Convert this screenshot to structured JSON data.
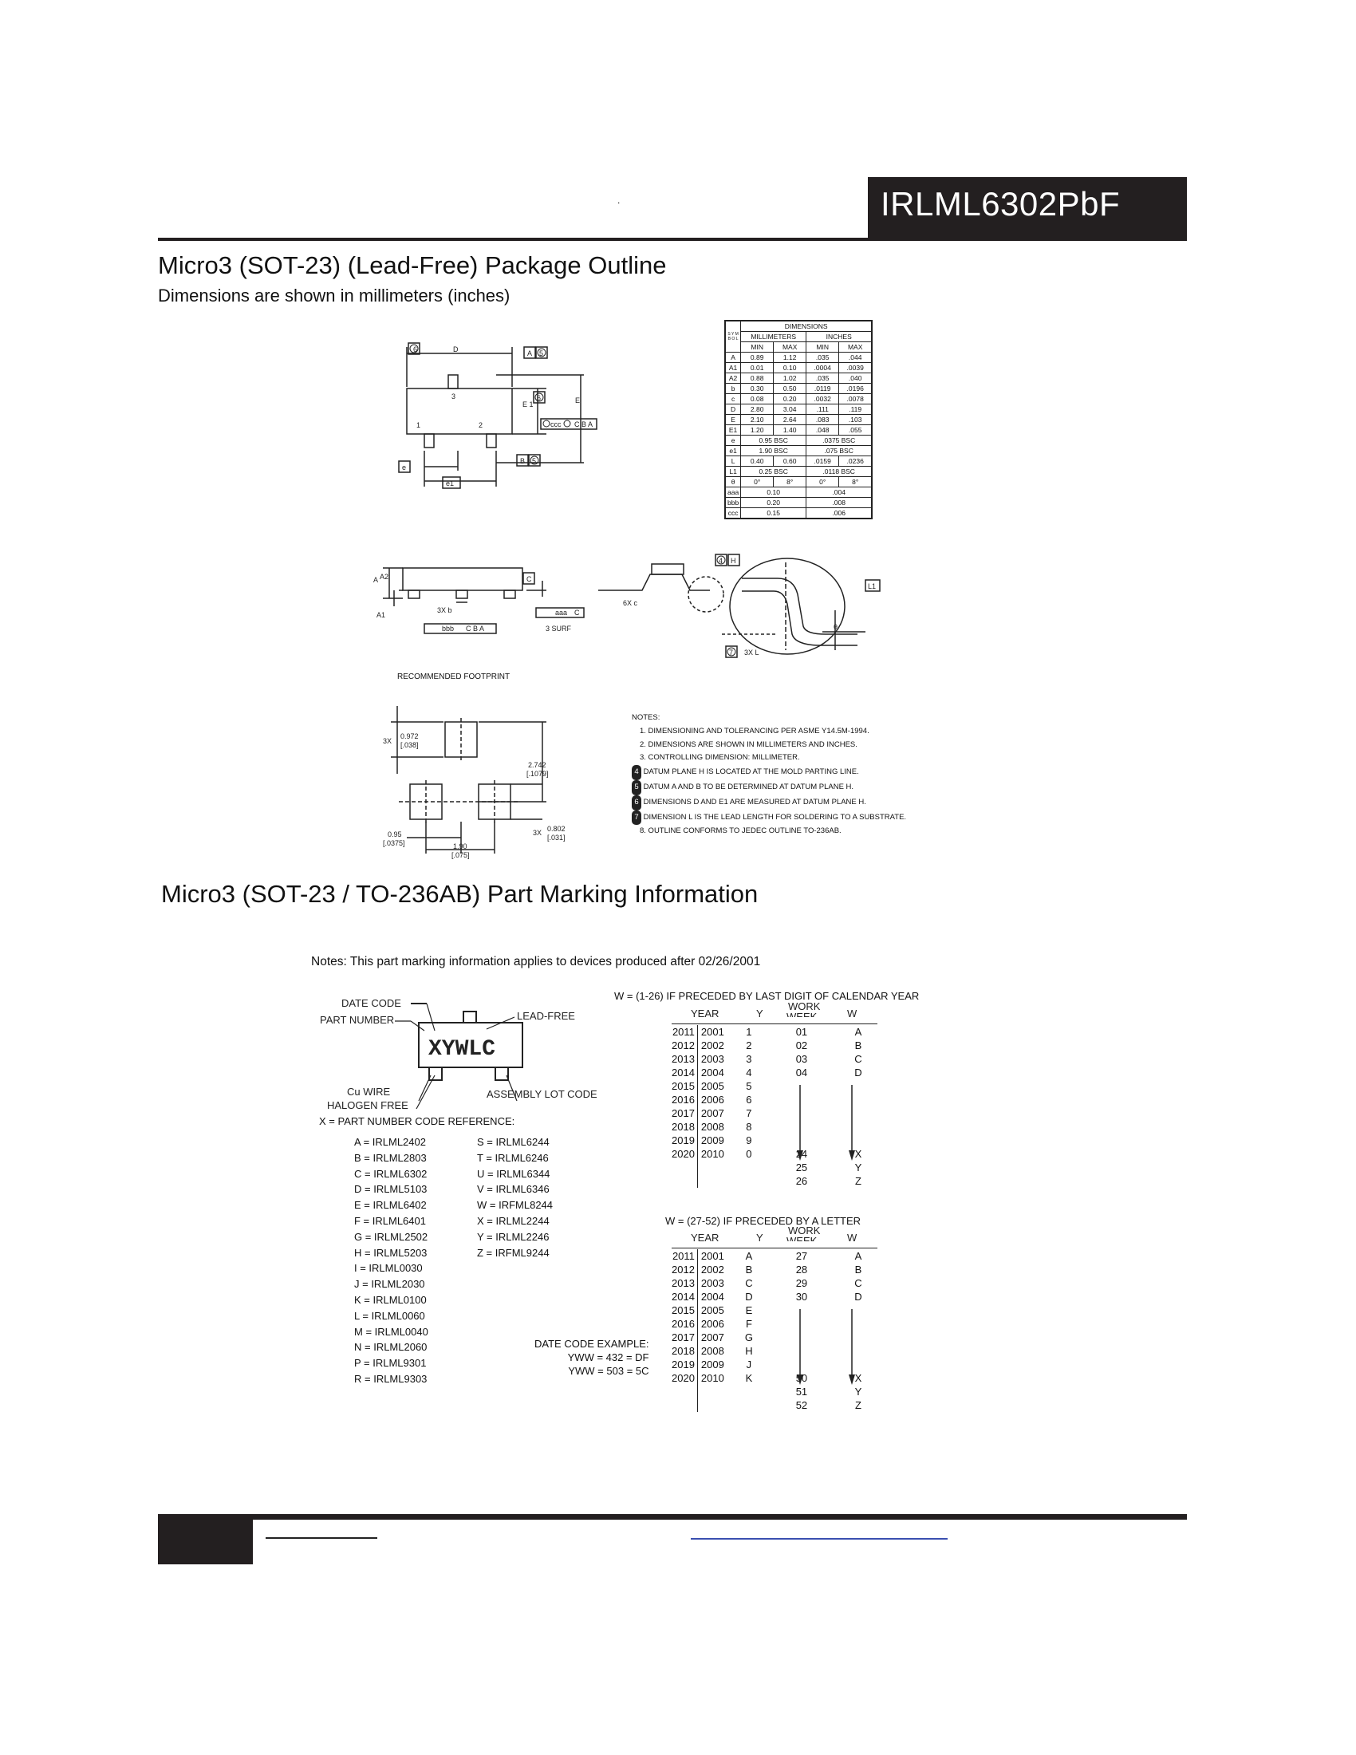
{
  "header": {
    "part_number": "IRLML6302PbF",
    "dot": "."
  },
  "outline": {
    "title": "Micro3 (SOT-23) (Lead-Free) Package Outline",
    "subtitle": "Dimensions are shown in millimeters (inches)"
  },
  "dim_table": {
    "symbol_header": "S Y M B O L",
    "header": "DIMENSIONS",
    "group_mm": "MILLIMETERS",
    "group_in": "INCHES",
    "min": "MIN",
    "max": "MAX",
    "rows": [
      [
        "A",
        "0.89",
        "1.12",
        ".035",
        ".044"
      ],
      [
        "A1",
        "0.01",
        "0.10",
        ".0004",
        ".0039"
      ],
      [
        "A2",
        "0.88",
        "1.02",
        ".035",
        ".040"
      ],
      [
        "b",
        "0.30",
        "0.50",
        ".0119",
        ".0196"
      ],
      [
        "c",
        "0.08",
        "0.20",
        ".0032",
        ".0078"
      ],
      [
        "D",
        "2.80",
        "3.04",
        ".111",
        ".119"
      ],
      [
        "E",
        "2.10",
        "2.64",
        ".083",
        ".103"
      ],
      [
        "E1",
        "1.20",
        "1.40",
        ".048",
        ".055"
      ]
    ],
    "span_rows": [
      [
        "e",
        "0.95 BSC",
        ".0375 BSC"
      ],
      [
        "e1",
        "1.90 BSC",
        ".075 BSC"
      ]
    ],
    "rows2": [
      [
        "L",
        "0.40",
        "0.60",
        ".0159",
        ".0236"
      ]
    ],
    "span_rows2": [
      [
        "L1",
        "0.25 BSC",
        ".0118 BSC"
      ]
    ],
    "rows3": [
      [
        "θ",
        "0°",
        "8°",
        "0°",
        "8°"
      ]
    ],
    "span_rows3": [
      [
        "aaa",
        "0.10",
        ".004"
      ],
      [
        "bbb",
        "0.20",
        ".008"
      ],
      [
        "ccc",
        "0.15",
        ".006"
      ]
    ]
  },
  "drawing_labels": {
    "D": "D",
    "A": "A",
    "B": "B",
    "C": "C",
    "E": "E",
    "E1": "E 1",
    "e": "e",
    "e1": "e1",
    "pin1": "1",
    "pin2": "2",
    "pin3": "3",
    "n6": "6",
    "n5": "5",
    "n5b": "5",
    "n4": "4",
    "n7": "7",
    "H": "H",
    "ccc_frame": "ccc",
    "CBA": "C  B  A",
    "A_side": "A",
    "A2": "A2",
    "A1": "A1",
    "b3x": "3X b",
    "bbb_frame": "bbb",
    "aaa_frame": "aaa",
    "C2": "C",
    "surf": "3 SURF",
    "c6x": "6X c",
    "L1": "L1",
    "theta": "θ",
    "L3x": "3X L"
  },
  "footprint": {
    "title": "RECOMMENDED FOOTPRINT",
    "dim1": "3X",
    "dim1_mm": "0.972",
    "dim1_in": "[.038]",
    "dim2_mm": "2.742",
    "dim2_in": "[.1079]",
    "dim3_mm": "0.95",
    "dim3_in": "[.0375]",
    "dim4_mm": "1.90",
    "dim4_in": "[.075]",
    "dim5": "3X",
    "dim5_mm": "0.802",
    "dim5_in": "[.031]"
  },
  "notes": {
    "title": "NOTES:",
    "items": [
      "1.  DIMENSIONING AND TOLERANCING PER ASME Y14.5M-1994.",
      "2.  DIMENSIONS ARE SHOWN IN MILLIMETERS AND INCHES.",
      "3.  CONTROLLING DIMENSION: MILLIMETER.",
      "DATUM PLANE H IS LOCATED AT THE MOLD PARTING LINE.",
      "DATUM A AND B TO BE DETERMINED AT DATUM PLANE H.",
      "DIMENSIONS D AND E1 ARE MEASURED AT DATUM PLANE H.",
      "DIMENSION L IS THE LEAD LENGTH FOR SOLDERING TO A SUBSTRATE.",
      "8.  OUTLINE CONFORMS TO JEDEC OUTLINE TO-236AB."
    ],
    "markers": [
      "4",
      "5",
      "6",
      "7"
    ]
  },
  "marking": {
    "title": "Micro3 (SOT-23 / TO-236AB)  Part Marking Information",
    "note": "Notes: This part marking information applies to devices produced after 02/26/2001",
    "chip_text": "XYWLC",
    "labels": {
      "date_code": "DATE CODE",
      "part_number": "PART NUMBER",
      "lead_free": "LEAD-FREE",
      "cu_wire": "Cu WIRE",
      "halogen_free": "HALOGEN FREE",
      "assembly_lot": "ASSEMBLY LOT CODE",
      "x_ref": "X = PART NUMBER CODE REFERENCE:"
    },
    "codes_left": [
      "A = IRLML2402",
      "B = IRLML2803",
      "C = IRLML6302",
      "D = IRLML5103",
      "E = IRLML6402",
      "F = IRLML6401",
      "G = IRLML2502",
      "H = IRLML5203",
      "I = IRLML0030",
      "J = IRLML2030",
      "K = IRLML0100",
      "L = IRLML0060",
      "M = IRLML0040",
      "N = IRLML2060",
      "P = IRLML9301",
      "R = IRLML9303"
    ],
    "codes_right": [
      "S = IRLML6244",
      "T = IRLML6246",
      "U = IRLML6344",
      "V = IRLML6346",
      "W = IRFML8244",
      "X = IRLML2244",
      "Y = IRLML2246",
      "Z = IRFML9244"
    ],
    "date_example": {
      "title": "DATE CODE EXAMPLE:",
      "line1": "YWW = 432 = DF",
      "line2": "YWW = 503 = 5C"
    },
    "table1": {
      "title": "W = (1-26) IF PRECEDED BY LAST DIGIT OF CALENDAR YEAR",
      "h_year": "YEAR",
      "h_y": "Y",
      "h_work": "WORK",
      "h_week": "WEEK",
      "h_w": "W",
      "rows": [
        [
          "2011",
          "2001",
          "1",
          "01",
          "A"
        ],
        [
          "2012",
          "2002",
          "2",
          "02",
          "B"
        ],
        [
          "2013",
          "2003",
          "3",
          "03",
          "C"
        ],
        [
          "2014",
          "2004",
          "4",
          "04",
          "D"
        ],
        [
          "2015",
          "2005",
          "5",
          "",
          ""
        ],
        [
          "2016",
          "2006",
          "6",
          "",
          ""
        ],
        [
          "2017",
          "2007",
          "7",
          "",
          ""
        ],
        [
          "2018",
          "2008",
          "8",
          "",
          ""
        ],
        [
          "2019",
          "2009",
          "9",
          "",
          ""
        ],
        [
          "2020",
          "2010",
          "0",
          "24",
          "X"
        ],
        [
          "",
          "",
          "",
          "25",
          "Y"
        ],
        [
          "",
          "",
          "",
          "26",
          "Z"
        ]
      ]
    },
    "table2": {
      "title": "W = (27-52) IF PRECEDED BY A LETTER",
      "h_year": "YEAR",
      "h_y": "Y",
      "h_work": "WORK",
      "h_week": "WEEK",
      "h_w": "W",
      "rows": [
        [
          "2011",
          "2001",
          "A",
          "27",
          "A"
        ],
        [
          "2012",
          "2002",
          "B",
          "28",
          "B"
        ],
        [
          "2013",
          "2003",
          "C",
          "29",
          "C"
        ],
        [
          "2014",
          "2004",
          "D",
          "30",
          "D"
        ],
        [
          "2015",
          "2005",
          "E",
          "",
          ""
        ],
        [
          "2016",
          "2006",
          "F",
          "",
          ""
        ],
        [
          "2017",
          "2007",
          "G",
          "",
          ""
        ],
        [
          "2018",
          "2008",
          "H",
          "",
          ""
        ],
        [
          "2019",
          "2009",
          "J",
          "",
          ""
        ],
        [
          "2020",
          "2010",
          "K",
          "50",
          "X"
        ],
        [
          "",
          "",
          "",
          "51",
          "Y"
        ],
        [
          "",
          "",
          "",
          "52",
          "Z"
        ]
      ]
    }
  }
}
